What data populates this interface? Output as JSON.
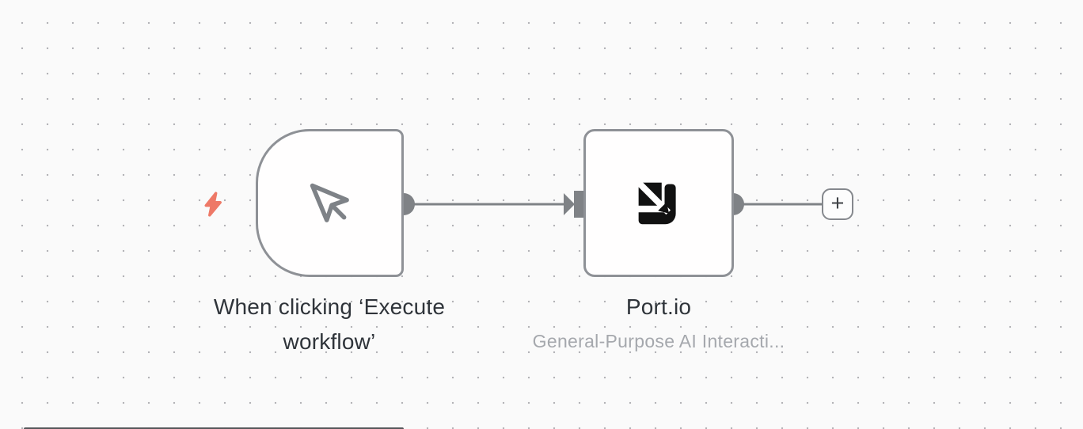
{
  "canvas": {
    "background_color": "#fafafa",
    "dot_color": "#b3b3b7"
  },
  "colors": {
    "node_border": "#8e9196",
    "connector": "#7f8286",
    "title_text": "#2f343a",
    "subtitle_text": "#a5a8ad",
    "trigger_badge": "#ee7967",
    "logo": "#111111"
  },
  "trigger_node": {
    "label": "When clicking ‘Execute workflow’",
    "icon": "mouse-cursor",
    "badge_icon": "lightning-bolt"
  },
  "portio_node": {
    "title": "Port.io",
    "subtitle": "General-Purpose AI Interacti...",
    "icon": "port-io-logo"
  },
  "add_node_button": {
    "glyph": "+"
  }
}
